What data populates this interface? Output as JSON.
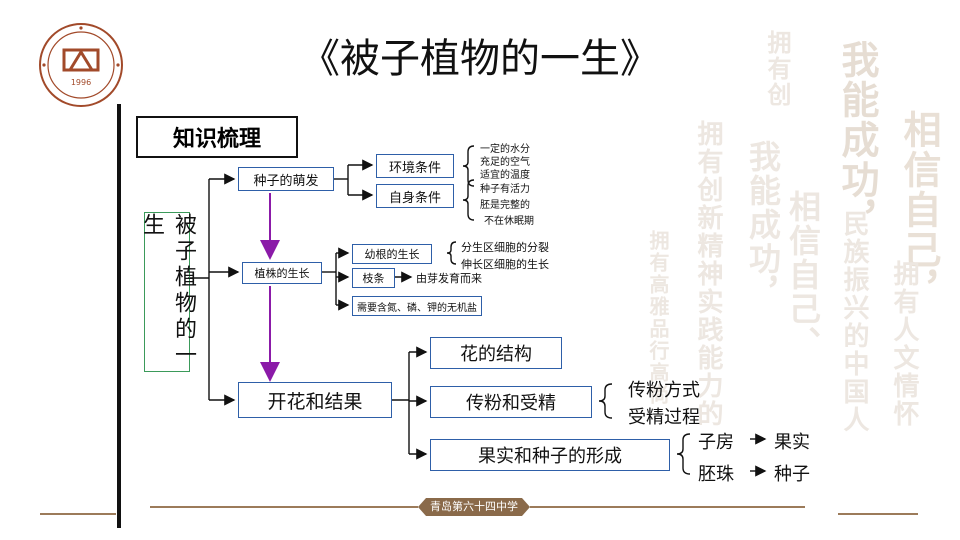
{
  "slide": {
    "title": "《被子植物的一生》",
    "school_name": "青岛第六十四中学",
    "logo": {
      "year": "1996",
      "emblem_icon": "school-emblem"
    },
    "background_phrases": [
      "拥有创",
      "我能成功，",
      "相信自己，",
      "民族振兴的中国人",
      "拥有人文情怀",
      "相信自己、",
      "我能成功，",
      "拥有高雅品行高尚",
      "拥有创新精神实践能力的"
    ]
  },
  "diagram": {
    "heading": "知识梳理",
    "root": "被子植物的一生",
    "stages": [
      {
        "label": "种子的萌发",
        "children": [
          {
            "label": "环境条件",
            "details": [
              "一定的水分",
              "充足的空气",
              "适宜的温度"
            ]
          },
          {
            "label": "自身条件",
            "details": [
              "种子有活力",
              "胚是完整的",
              "不在休眠期"
            ]
          }
        ]
      },
      {
        "label": "植株的生长",
        "children": [
          {
            "label": "幼根的生长",
            "details": [
              "分生区细胞的分裂",
              "伸长区细胞的生长"
            ]
          },
          {
            "label": "枝条",
            "arrow_text": "由芽发育而来"
          },
          {
            "label": "需要含氮、磷、钾的无机盐"
          }
        ]
      },
      {
        "label": "开花和结果",
        "children": [
          {
            "label": "花的结构"
          },
          {
            "label": "传粉和受精",
            "details": [
              "传粉方式",
              "受精过程"
            ]
          },
          {
            "label": "果实和种子的形成",
            "mappings": [
              {
                "from": "子房",
                "to": "果实"
              },
              {
                "from": "胚珠",
                "to": "种子"
              }
            ]
          }
        ]
      }
    ],
    "colors": {
      "box_border": "#2e5fa8",
      "root_border": "#3b9a5a",
      "flow_arrow": "#8b1aa8",
      "accent": "#9c7b5a"
    }
  }
}
